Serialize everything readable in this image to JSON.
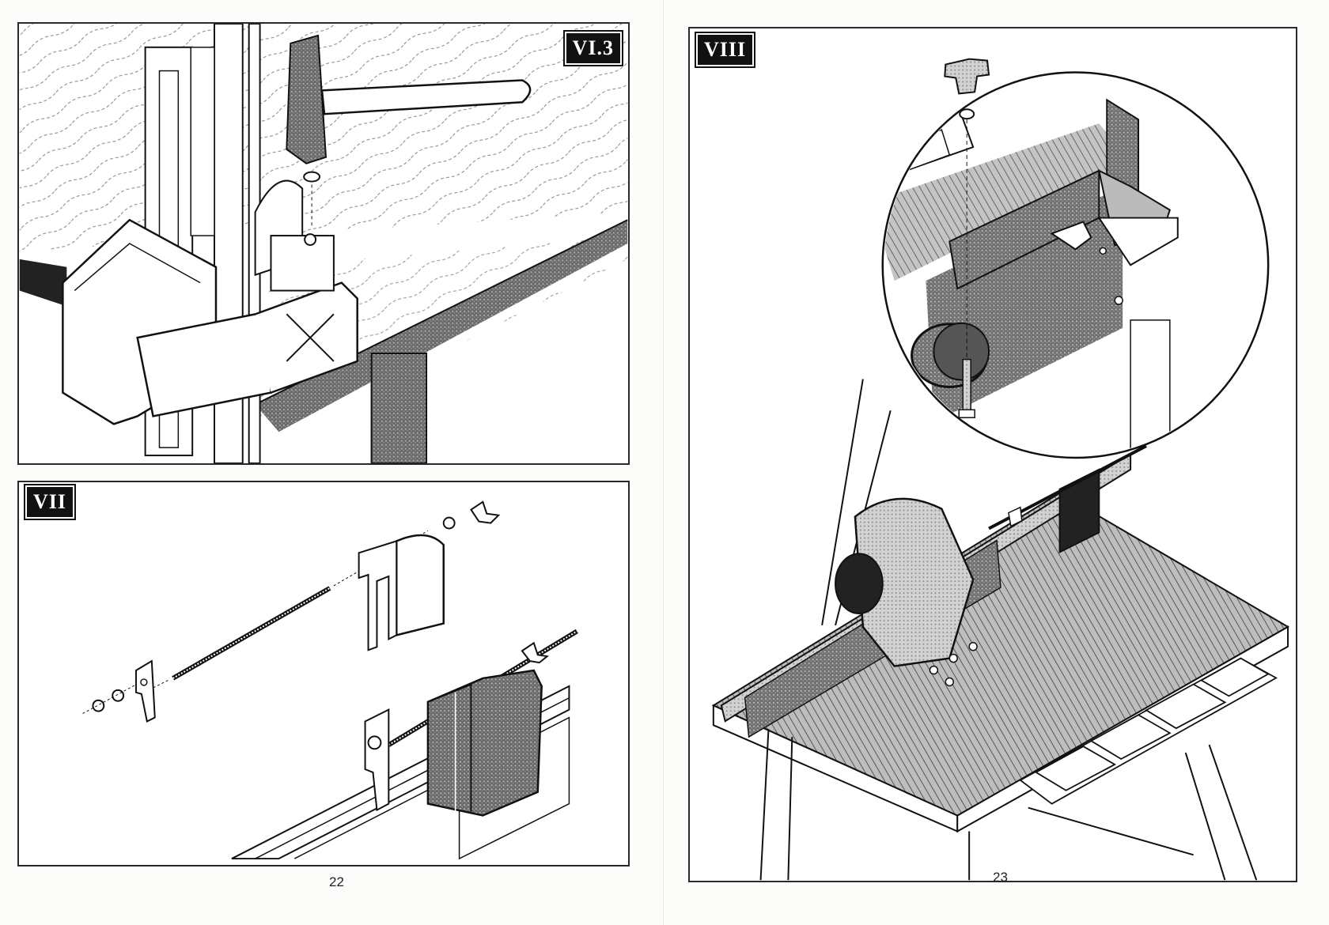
{
  "figures": {
    "vi3": {
      "label": "VI.3"
    },
    "vii": {
      "label": "VII"
    },
    "viii": {
      "label": "VIII"
    }
  },
  "pages": {
    "left": "22",
    "right": "23"
  }
}
